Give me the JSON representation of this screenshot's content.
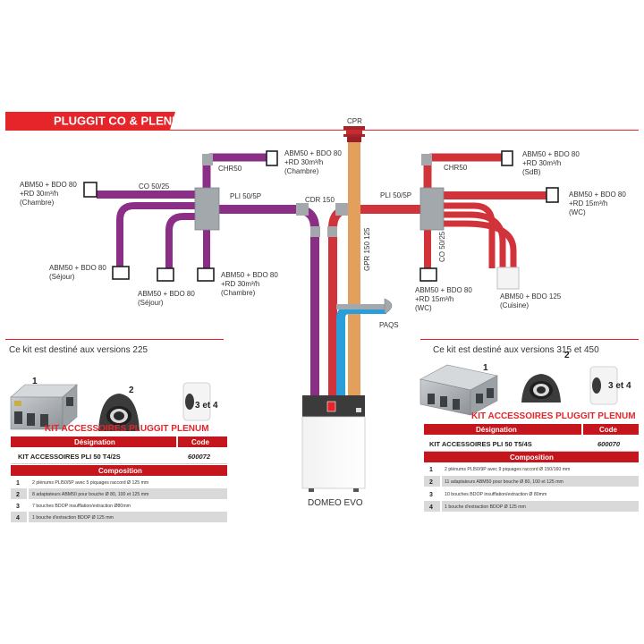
{
  "title": "PLUGGIT CO & PLENUM",
  "center": {
    "cpr": "CPR",
    "cdr": "CDR 150",
    "gpr": "GPR 150 125",
    "paqs": "PAQS",
    "unit": "DOMEO EVO"
  },
  "left_network": {
    "co_label": "CO 50/25",
    "chr_label": "CHR50",
    "pli_label": "PLI 50/5P",
    "outlet_chambre_top": [
      "ABM50 + BDO 80",
      "+RD 30m³/h",
      "(Chambre)"
    ],
    "outlet_chambre_left": [
      "ABM50 + BDO 80",
      "+RD 30m³/h",
      "(Chambre)"
    ],
    "outlet_sejour_1": [
      "ABM50 + BDO 80",
      "(Séjour)"
    ],
    "outlet_sejour_2": [
      "ABM50 + BDO 80",
      "(Séjour)"
    ],
    "outlet_chambre_bottom": [
      "ABM50 + BDO 80",
      "+RD 30m³/h",
      "(Chambre)"
    ]
  },
  "right_network": {
    "chr_label": "CHR50",
    "pli_label": "PLI 50/5P",
    "co_label": "CO 50/25",
    "outlet_sdb": [
      "ABM50 + BDO 80",
      "+RD 30m³/h",
      "(SdB)"
    ],
    "outlet_wc_right": [
      "ABM50 + BDO 80",
      "+RD 15m³/h",
      "(WC)"
    ],
    "outlet_wc_bottom": [
      "ABM50 + BDO 80",
      "+RD 15m³/h",
      "(WC)"
    ],
    "outlet_cuisine": [
      "ABM50 + BDO 125",
      "(Cuisine)"
    ]
  },
  "kit_left": {
    "intro": "Ce kit est destiné aux versions 225",
    "num1": "1",
    "num2": "2",
    "num34": "3 et 4",
    "kit_title": "KIT ACCESSOIRES PLUGGIT PLENUM",
    "header_designation": "Désignation",
    "header_code": "Code",
    "designation": "KIT ACCESSOIRES PLI 50 T4/2S",
    "code": "600072",
    "composition_header": "Composition",
    "rows": [
      {
        "n": "1",
        "text": "2 plénums PLI50/5P avec 5 piquages raccord Ø 125 mm"
      },
      {
        "n": "2",
        "text": "8 adaptateurs ABM50 pour bouche Ø 80, 100 et 125 mm"
      },
      {
        "n": "3",
        "text": "7 bouches BDOP insufflation/extraction Ø80mm"
      },
      {
        "n": "4",
        "text": "1 bouche d'extraction BDOP Ø 125 mm"
      }
    ]
  },
  "kit_right": {
    "intro": "Ce kit est destiné aux versions 315 et 450",
    "num1": "1",
    "num2": "2",
    "num34": "3 et 4",
    "kit_title": "KIT ACCESSOIRES PLUGGIT PLENUM",
    "header_designation": "Désignation",
    "header_code": "Code",
    "designation": "KIT ACCESSOIRES PLI 50 T5/4S",
    "code": "600070",
    "composition_header": "Composition",
    "rows": [
      {
        "n": "1",
        "text": "2 plénums PLI50/9P avec 9 piquages raccord Ø 150/160 mm"
      },
      {
        "n": "2",
        "text": "11 adaptateurs ABM50 pour bouche Ø 80, 100 et 125 mm"
      },
      {
        "n": "3",
        "text": "10 bouches BDOP insufflation/extraction Ø 80mm"
      },
      {
        "n": "4",
        "text": "1 bouche d'extraction BDOP Ø 125 mm"
      }
    ]
  },
  "colors": {
    "brand_red": "#e5252a",
    "table_header": "#c4161c",
    "supply_purple": "#8b2f86",
    "extract_red": "#d0343a",
    "gpr_orange": "#e3a05c",
    "paqs_blue": "#2a9ed8",
    "plenum_grey": "#a3a8ad"
  }
}
